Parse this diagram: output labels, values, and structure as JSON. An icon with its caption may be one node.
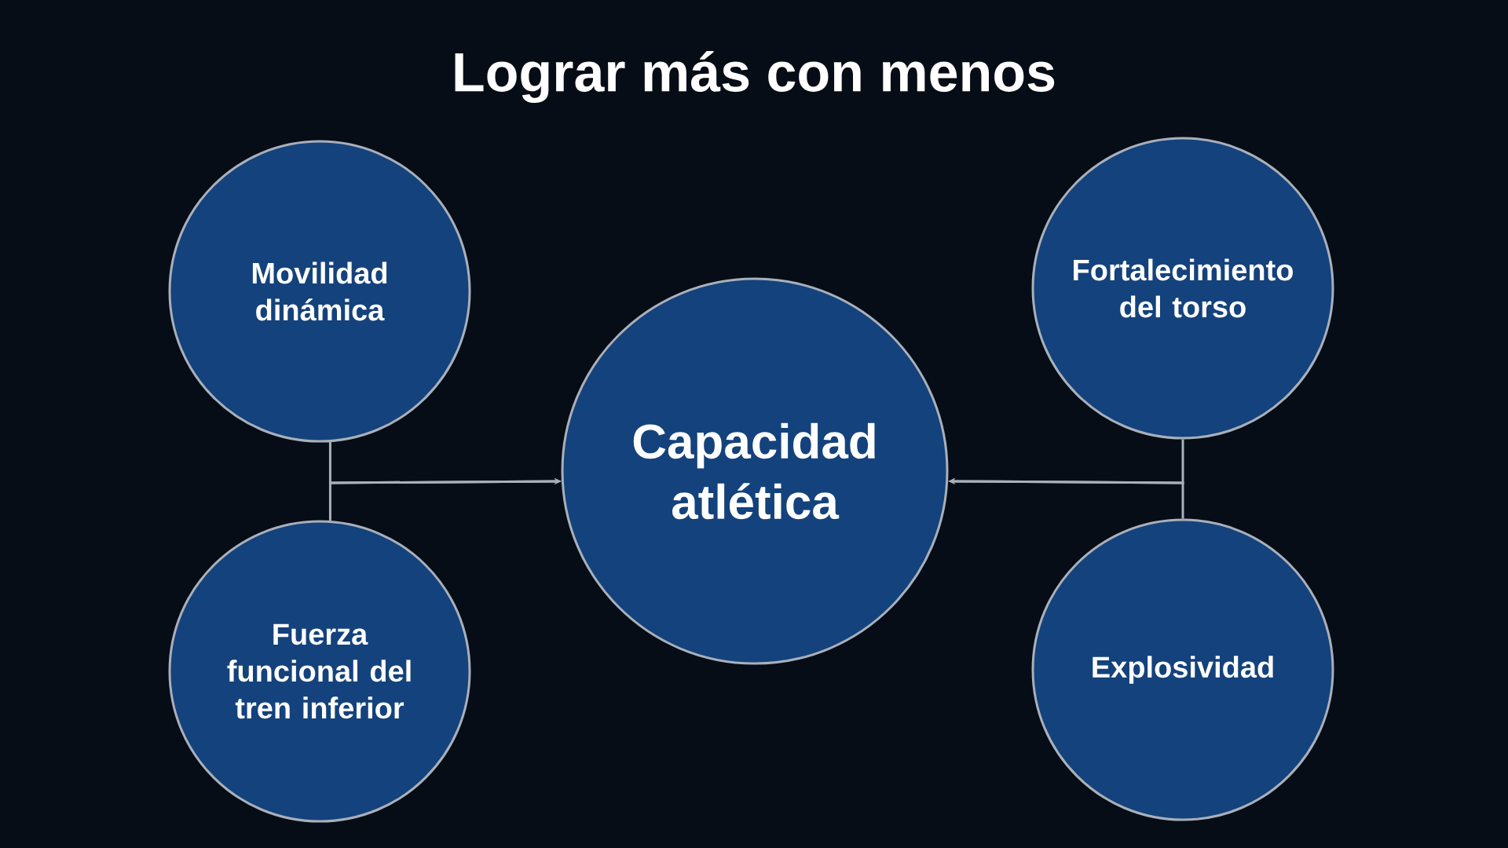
{
  "diagram": {
    "title": "Lograr más con menos",
    "nodes": [
      {
        "text": [
          "Movilidad dinámica"
        ]
      },
      {
        "text": [
          "Fortalecimiento del torso"
        ]
      },
      {
        "text": [
          "Capacidad atlética"
        ]
      },
      {
        "text": [
          "Fuerza funcional del tren inferior"
        ]
      },
      {
        "text": [
          "Explosividad"
        ]
      }
    ],
    "edges": [
      {
        "from": 0,
        "to": 2,
        "arrow": "to"
      },
      {
        "from": 3,
        "to": 2,
        "arrow": "to"
      },
      {
        "from": 1,
        "to": 2,
        "arrow": "to"
      },
      {
        "from": 4,
        "to": 2,
        "arrow": "to"
      }
    ]
  }
}
